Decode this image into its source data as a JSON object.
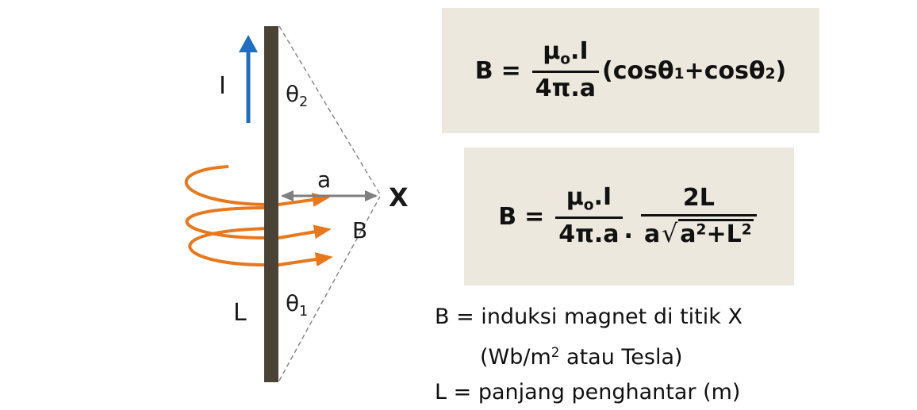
{
  "diagram": {
    "current_label": "I",
    "theta2_base": "θ",
    "theta2_sub": "2",
    "theta1_base": "θ",
    "theta1_sub": "1",
    "distance_label": "a",
    "point_label": "X",
    "field_label": "B",
    "length_label": "L",
    "colors": {
      "wire": "#4a4235",
      "current_arrow": "#1f6fbf",
      "field_loops": "#e8781e",
      "distance_arrow": "#7f7f7f",
      "dashed_lines": "#8a8a8a"
    }
  },
  "formula1": {
    "lhs": "B",
    "equals": "=",
    "num_mu": "μ",
    "num_mu_sub": "o",
    "num_rest": ".I",
    "den": "4π.a",
    "tail_open": "(cosθ",
    "tail_sub1": "1",
    "tail_mid": "+cosθ",
    "tail_sub2": "2",
    "tail_close": ")",
    "box_color": "#ece8dd"
  },
  "formula2": {
    "lhs": "B",
    "equals": "=",
    "num_mu": "μ",
    "num_mu_sub": "o",
    "num_rest": ".I",
    "den": "4π.a",
    "dot": ".",
    "frac2_num": "2L",
    "frac2_den_a": "a",
    "radical": "√",
    "radicand_a": "a",
    "radicand_a_exp": "2",
    "radicand_plus": "+L",
    "radicand_l_exp": "2",
    "box_color": "#ece8dd"
  },
  "legend": {
    "line1": "B = induksi magnet di titik X",
    "line2_before": "(Wb/m",
    "line2_sup": "2",
    "line2_after": " atau Tesla)",
    "line3": "L = panjang penghantar (m)"
  }
}
